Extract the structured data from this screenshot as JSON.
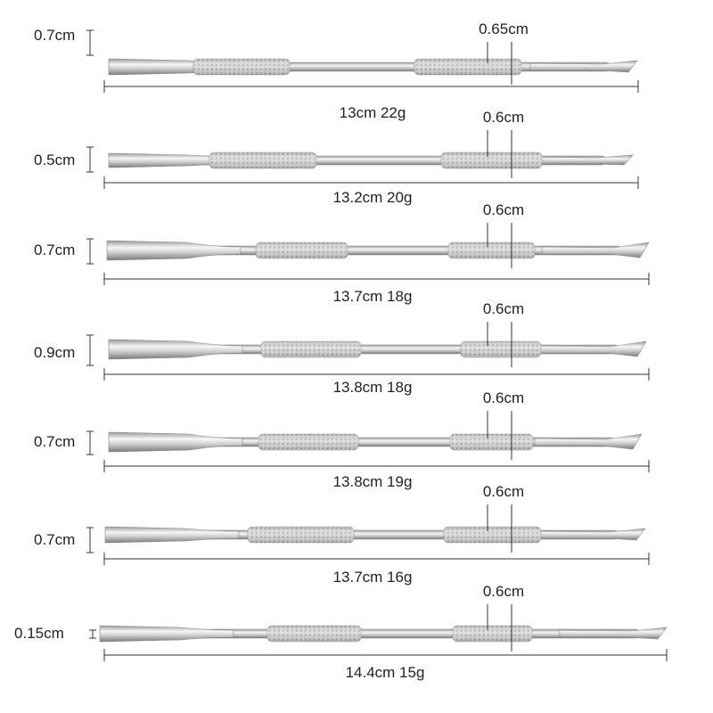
{
  "tools": [
    {
      "tip_width": "0.7cm",
      "handle_diameter": "0.65cm",
      "spec": "13cm 22g"
    },
    {
      "tip_width": "0.5cm",
      "handle_diameter": "0.6cm",
      "spec": "13.2cm 20g"
    },
    {
      "tip_width": "0.7cm",
      "handle_diameter": "0.6cm",
      "spec": "13.7cm 18g"
    },
    {
      "tip_width": "0.9cm",
      "handle_diameter": "0.6cm",
      "spec": "13.8cm 18g"
    },
    {
      "tip_width": "0.7cm",
      "handle_diameter": "0.6cm",
      "spec": "13.8cm 19g"
    },
    {
      "tip_width": "0.7cm",
      "handle_diameter": "0.6cm",
      "spec": "13.7cm 16g"
    },
    {
      "tip_width": "0.15cm",
      "handle_diameter": "0.6cm",
      "spec": "14.4cm 15g"
    }
  ],
  "colors": {
    "steel_light": "#f2f2f2",
    "steel_dark": "#8a8a8a",
    "line": "#333333"
  }
}
